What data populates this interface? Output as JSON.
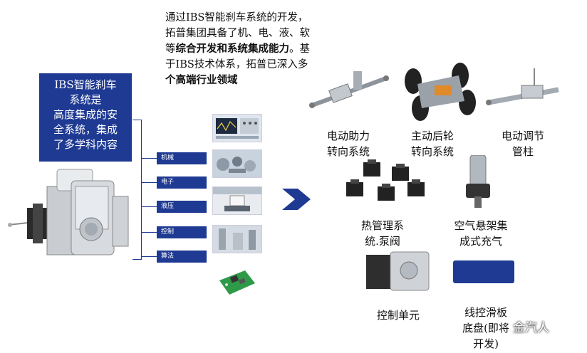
{
  "intro": {
    "line1": "通过IBS智能刹车系统的开发，",
    "line2": "拓普集团具备了机、电、液、软",
    "line3_pre": "等",
    "line3_bold": "综合开发和系统集成能力",
    "line3_post": "。基",
    "line4": "于IBS技术体系，拓普已深入多",
    "line5_bold": "个高端行业领域"
  },
  "ibs_panel": {
    "lines": [
      "IBS智能刹车",
      "系统是",
      "高度集成的安",
      "全系统，集成",
      "了多学科内容"
    ]
  },
  "disciplines": [
    "机械",
    "电子",
    "液压",
    "控制",
    "算法"
  ],
  "products": {
    "eps": [
      "电动助力",
      "转向系统"
    ],
    "rear_steer": [
      "主动后轮",
      "转向系统"
    ],
    "column": [
      "电动调节",
      "管柱"
    ],
    "thermal": [
      "热管理系",
      "统.泵阀"
    ],
    "air_susp": [
      "空气悬架集",
      "成式充气"
    ],
    "ecu": [
      "控制单元"
    ],
    "wire": [
      "线控滑板",
      "底盘(即将",
      "开发)"
    ]
  },
  "watermark": "金汽人",
  "colors": {
    "brand_blue": "#1f3a93"
  }
}
